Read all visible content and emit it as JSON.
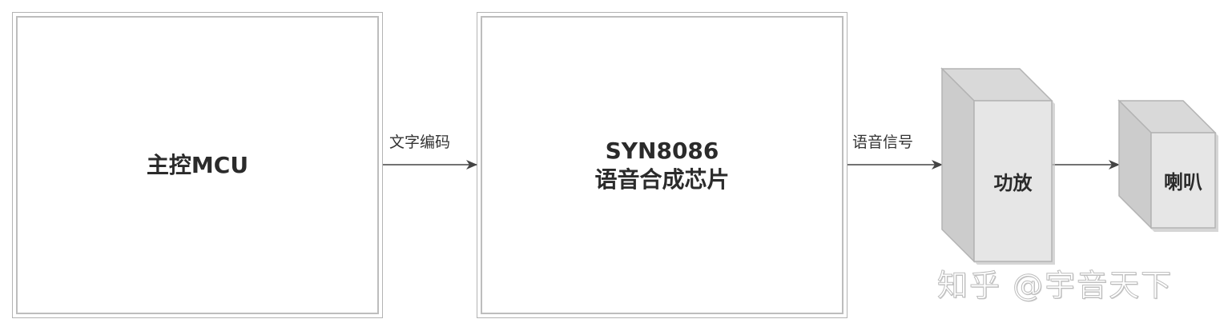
{
  "diagram": {
    "nodes": [
      {
        "id": "mcu",
        "label": "主控MCU",
        "shape": "double-border-rectangle"
      },
      {
        "id": "syn8086",
        "label_line1": "SYN8086",
        "label_line2": "语音合成芯片",
        "shape": "double-border-rectangle"
      },
      {
        "id": "amp",
        "label": "功放",
        "shape": "cube"
      },
      {
        "id": "speaker",
        "label": "喇叭",
        "shape": "cube"
      }
    ],
    "edges": [
      {
        "from": "mcu",
        "to": "syn8086",
        "label": "文字编码"
      },
      {
        "from": "syn8086",
        "to": "amp",
        "label": "语音信号"
      },
      {
        "from": "amp",
        "to": "speaker",
        "label": ""
      }
    ],
    "colors": {
      "border": "#bdbdbd",
      "arrow": "#444444",
      "cube_front": "#e6e6e6",
      "cube_top": "#d9d9d9",
      "cube_side": "#cccccc",
      "cube_stroke": "#b3b3b3",
      "text": "#2b2b2b"
    }
  },
  "watermark": {
    "text": "知乎 @宇音天下"
  }
}
